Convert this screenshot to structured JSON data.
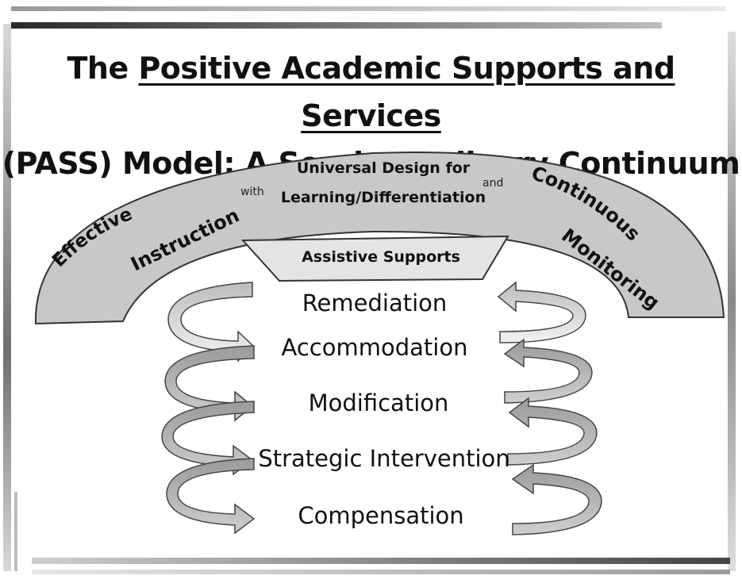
{
  "title": {
    "prefix": "The ",
    "underlined": "Positive Academic Supports and Services",
    "line2": "(PASS) Model:  A Service Delivery Continuum"
  },
  "arch": {
    "left_line1": "Effective",
    "left_line2": "Instruction",
    "with": "with",
    "center_line1": "Universal Design for",
    "center_line2": "Learning/Differentiation",
    "and": "and",
    "right_line1": "Continuous",
    "right_line2": "Monitoring"
  },
  "assistive_supports": "Assistive Supports",
  "continuum": [
    "Remediation",
    "Accommodation",
    "Modification",
    "Strategic Intervention",
    "Compensation"
  ],
  "colors": {
    "arch_fill": "#c8c8c8",
    "trapezoid_fill": "#e4e4e4",
    "outline": "#333333"
  }
}
